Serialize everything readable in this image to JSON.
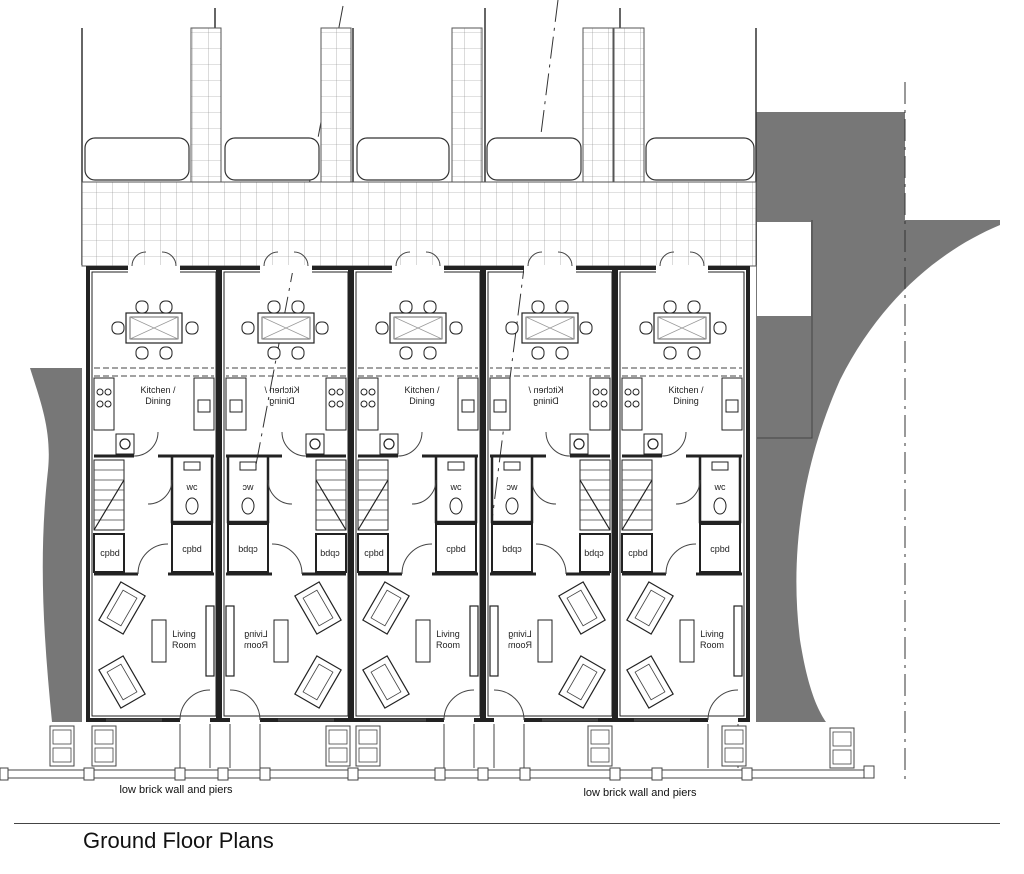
{
  "title": "Ground Floor Plans",
  "notes": {
    "left": "low brick wall and piers",
    "right": "low brick wall and piers"
  },
  "units": [
    {
      "id": "unit-1",
      "mirror": false,
      "kitchen": "Kitchen /\nDining",
      "wc": "wc",
      "cpbd_left": "cpbd",
      "cpbd_right": "cpbd",
      "living": "Living\nRoom"
    },
    {
      "id": "unit-2",
      "mirror": true,
      "kitchen": "Kitchen /\nDining",
      "wc": "wc",
      "cpbd_left": "cpbd",
      "cpbd_right": "cpbd",
      "living": "Living\nRoom"
    },
    {
      "id": "unit-3",
      "mirror": false,
      "kitchen": "Kitchen /\nDining",
      "wc": "wc",
      "cpbd_left": "cpbd",
      "cpbd_right": "cpbd",
      "living": "Living\nRoom"
    },
    {
      "id": "unit-4",
      "mirror": true,
      "kitchen": "Kitchen /\nDining",
      "wc": "wc",
      "cpbd_left": "cpbd",
      "cpbd_right": "cpbd",
      "living": "Living\nRoom"
    },
    {
      "id": "unit-5",
      "mirror": false,
      "kitchen": "Kitchen /\nDining",
      "wc": "wc",
      "cpbd_left": "cpbd",
      "cpbd_right": "cpbd",
      "living": "Living\nRoom"
    }
  ],
  "colors": {
    "wall": "#222222",
    "shade": "#777777",
    "line": "#444444",
    "light": "#999999"
  }
}
